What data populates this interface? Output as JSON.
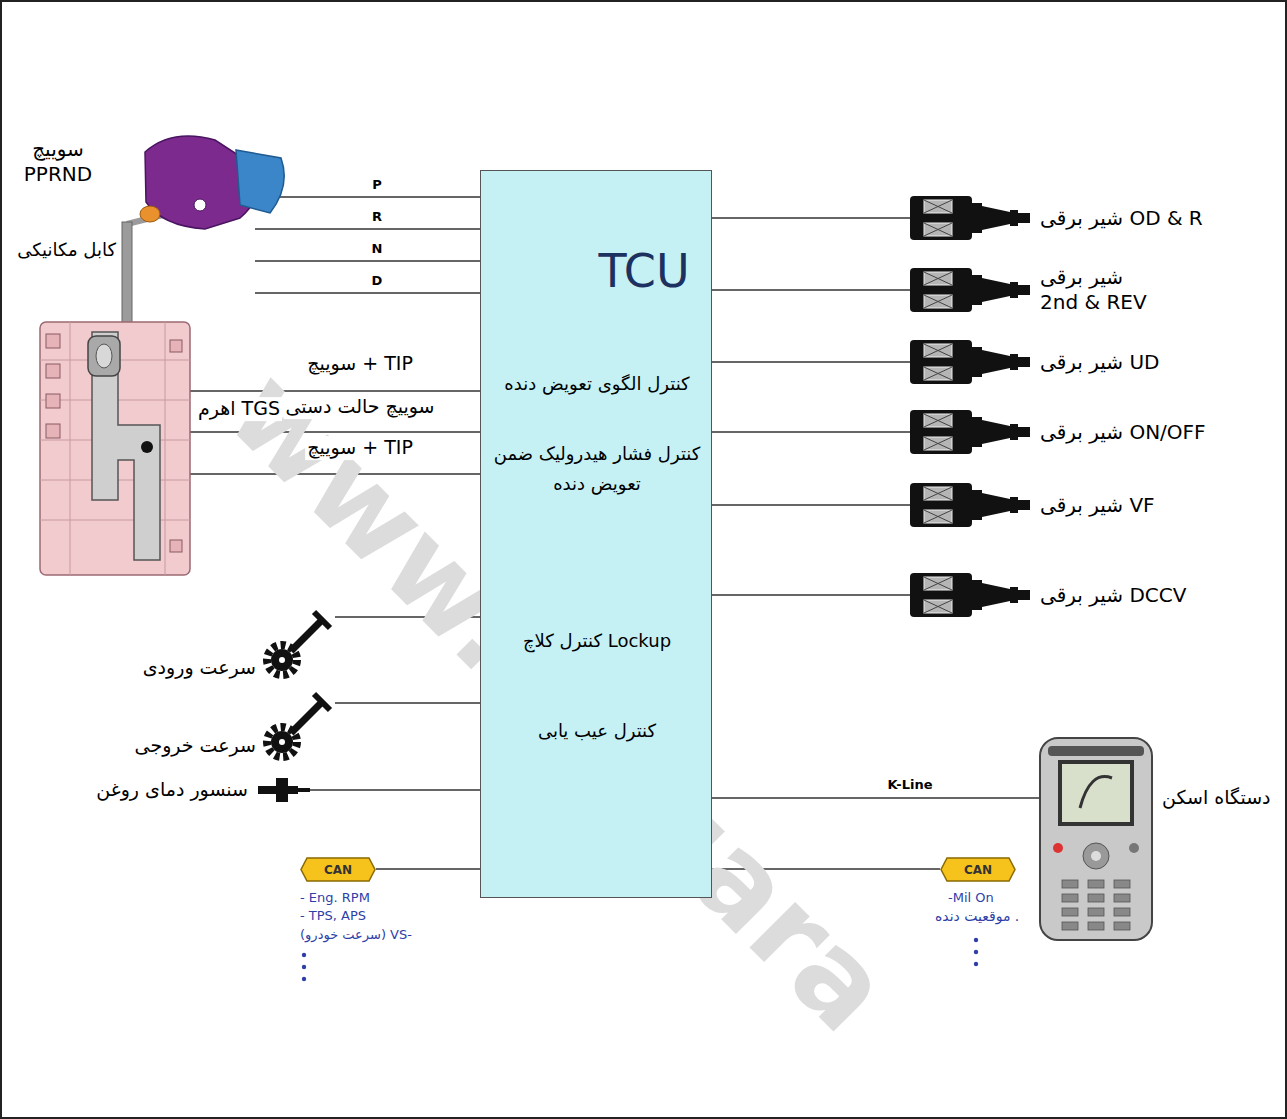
{
  "diagram": {
    "nodes": [
      {
        "text": [
          "TCU",
          "کنترل الگوی تعویض دنده",
          "کنترل فشار هیدرولیک ضمن تعویض دنده",
          "کنترل کلاچ Lockup",
          "کنترل عیب یابی"
        ]
      },
      {
        "text": [
          "سوییچ PPRND"
        ]
      },
      {
        "text": [
          "اهرم TGS"
        ]
      },
      {
        "text": [
          "سرعت ورودی"
        ]
      },
      {
        "text": [
          "سرعت خروجی"
        ]
      },
      {
        "text": [
          "سنسور دمای روغن"
        ]
      },
      {
        "text": [
          "CAN"
        ]
      },
      {
        "text": [
          "شیر برقی OD & R"
        ]
      },
      {
        "text": [
          "شیر برقی 2nd & REV"
        ]
      },
      {
        "text": [
          "شیر برقی UD"
        ]
      },
      {
        "text": [
          "شیر برقی ON/OFF"
        ]
      },
      {
        "text": [
          "شیر برقی VF"
        ]
      },
      {
        "text": [
          "شیر برقی DCCV"
        ]
      },
      {
        "text": [
          "دستگاه اسکن"
        ]
      },
      {
        "text": [
          "CAN"
        ]
      }
    ],
    "edges": [
      {
        "from": 1,
        "to": 0,
        "label": "P",
        "arrow": "none"
      },
      {
        "from": 1,
        "to": 0,
        "label": "R",
        "arrow": "none"
      },
      {
        "from": 1,
        "to": 0,
        "label": "N",
        "arrow": "none"
      },
      {
        "from": 1,
        "to": 0,
        "label": "D",
        "arrow": "none"
      },
      {
        "from": 2,
        "to": 0,
        "label": "سوییچ + TIP",
        "arrow": "none"
      },
      {
        "from": 2,
        "to": 0,
        "label": "سوییچ حالت دستی",
        "arrow": "none"
      },
      {
        "from": 2,
        "to": 0,
        "label": "سوییچ + TIP",
        "arrow": "none"
      },
      {
        "from": 3,
        "to": 0,
        "arrow": "none"
      },
      {
        "from": 4,
        "to": 0,
        "arrow": "none"
      },
      {
        "from": 5,
        "to": 0,
        "arrow": "none"
      },
      {
        "from": 6,
        "to": 0,
        "arrow": "none"
      },
      {
        "from": 0,
        "to": 7,
        "arrow": "none"
      },
      {
        "from": 0,
        "to": 8,
        "arrow": "none"
      },
      {
        "from": 0,
        "to": 9,
        "arrow": "none"
      },
      {
        "from": 0,
        "to": 10,
        "arrow": "none"
      },
      {
        "from": 0,
        "to": 11,
        "arrow": "none"
      },
      {
        "from": 0,
        "to": 12,
        "arrow": "none"
      },
      {
        "from": 0,
        "to": 13,
        "label": "K-Line",
        "arrow": "none"
      },
      {
        "from": 0,
        "to": 14,
        "arrow": "none"
      }
    ],
    "labels": [
      "کابل مکانیکی",
      "- Eng. RPM",
      "- TPS, APS",
      "-VS (سرعت خودرو)",
      "-Mil On",
      "موقعیت دنده .",
      "www.cargara"
    ]
  }
}
